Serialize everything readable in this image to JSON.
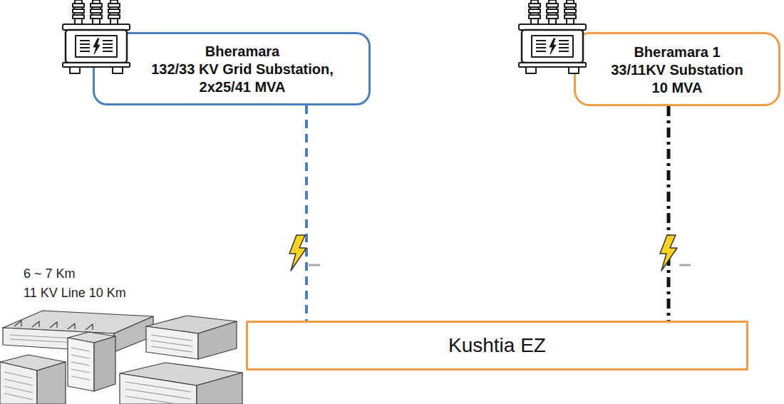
{
  "diagram": {
    "nodes": [
      {
        "text": [
          "Bheramara",
          "132/33 KV Grid Substation, 2x25/41 MVA"
        ]
      },
      {
        "text": [
          "Bheramara 1",
          "33/11KV Substation 10 MVA"
        ]
      },
      {
        "text": [
          "Kushtia EZ"
        ]
      }
    ],
    "edges": [
      {
        "from": 0,
        "to": 2,
        "arrow": "none"
      },
      {
        "from": 1,
        "to": 2,
        "arrow": "none"
      }
    ],
    "labels": [
      "6 ~ 7 Km",
      "11 KV Line 10 Km"
    ]
  }
}
